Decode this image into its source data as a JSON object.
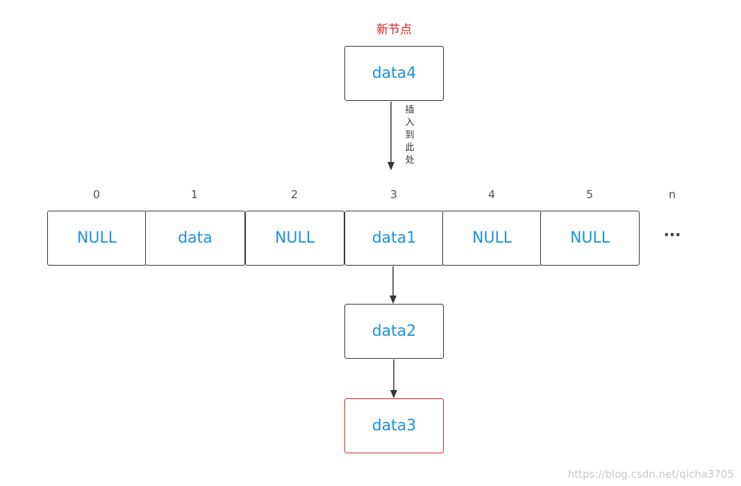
{
  "new_node": {
    "title": "新节点",
    "label": "data4"
  },
  "insert_label": [
    "插",
    "入",
    "到",
    "此",
    "处"
  ],
  "indices": [
    "0",
    "1",
    "2",
    "3",
    "4",
    "5",
    "n"
  ],
  "array_cells": [
    "NULL",
    "data",
    "NULL",
    "data1",
    "NULL",
    "NULL"
  ],
  "ellipsis": "···",
  "chain": [
    "data2",
    "data3"
  ],
  "watermark": "https://blog.csdn.net/qicha3705",
  "colors": {
    "node_text": "#1e90e6",
    "highlight": "#e02020",
    "border": "#333333"
  }
}
